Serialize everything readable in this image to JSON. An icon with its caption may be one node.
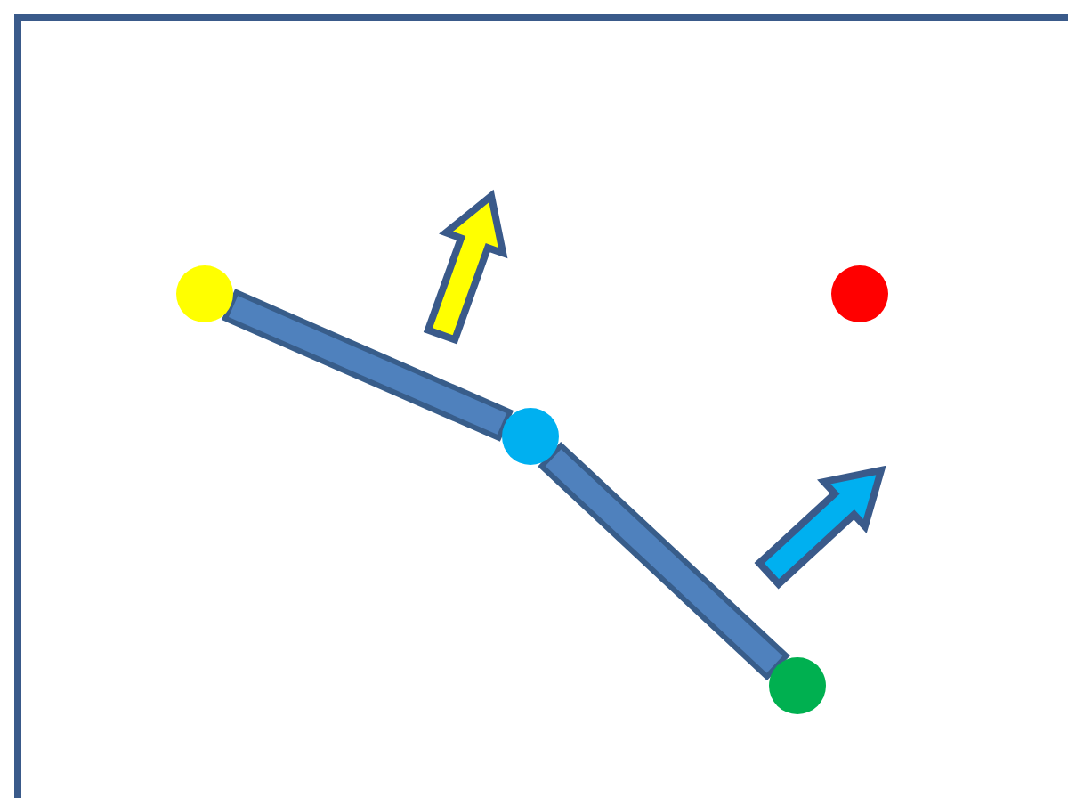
{
  "diagram": {
    "nodes": [
      {
        "text": [],
        "shape": "circle"
      },
      {
        "text": [],
        "shape": "circle"
      },
      {
        "text": [],
        "shape": "circle"
      },
      {
        "text": [],
        "shape": "circle"
      }
    ],
    "edges": [
      {
        "from": 0,
        "to": 1,
        "arrow": "none",
        "style": "thick"
      },
      {
        "from": 1,
        "to": 2,
        "arrow": "none",
        "style": "thick"
      }
    ]
  }
}
